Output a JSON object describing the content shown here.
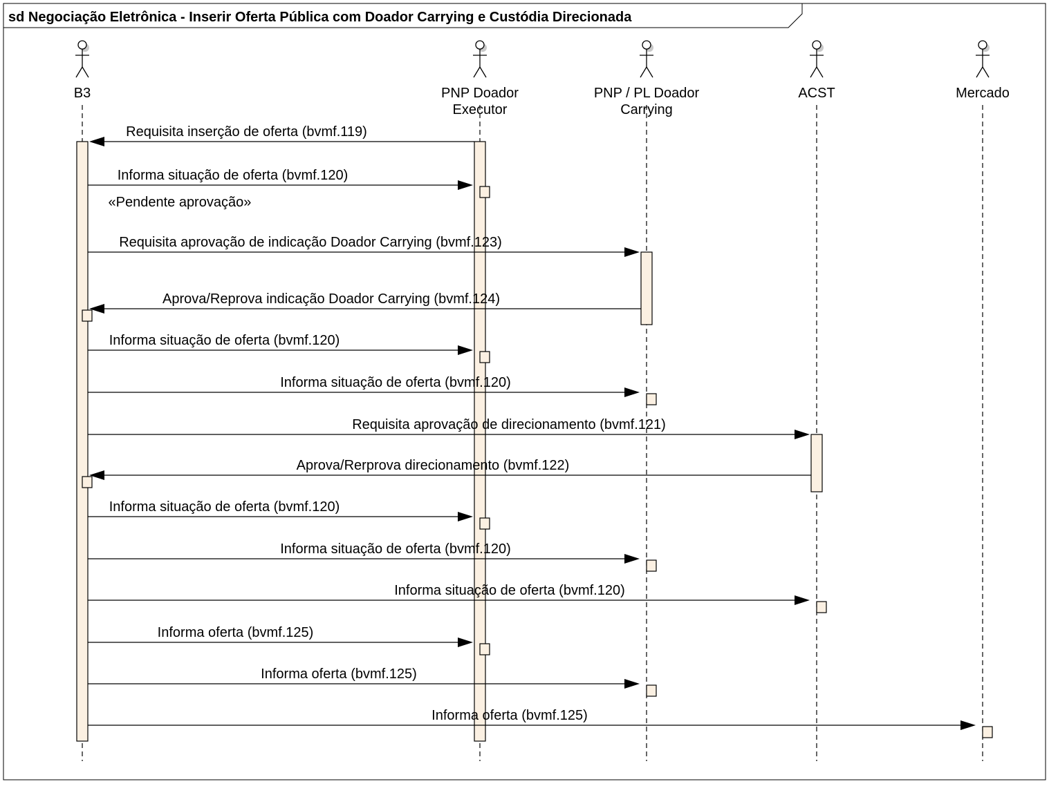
{
  "diagram": {
    "title": "sd Negociação Eletrônica - Inserir Oferta Pública com Doador Carrying e Custódia Direcionada",
    "colors": {
      "activation_fill": "#fbf0e2",
      "line": "#000000",
      "background": "#ffffff",
      "actor_shadow": "#c8c8c8"
    },
    "actors": [
      {
        "id": "b3",
        "lines": [
          "B3"
        ]
      },
      {
        "id": "pnp-doador-executor",
        "lines": [
          "PNP Doador",
          "Executor"
        ]
      },
      {
        "id": "pnp-pl-doador-carrying",
        "lines": [
          "PNP / PL Doador",
          "Carrying"
        ]
      },
      {
        "id": "acst",
        "lines": [
          "ACST"
        ]
      },
      {
        "id": "mercado",
        "lines": [
          "Mercado"
        ]
      }
    ],
    "messages": [
      {
        "from": "pnp-doador-executor",
        "to": "b3",
        "label": "Requisita inserção de oferta (bvmf.119)"
      },
      {
        "from": "b3",
        "to": "pnp-doador-executor",
        "label": "Informa situação de oferta (bvmf.120)",
        "note": "«Pendente aprovação»"
      },
      {
        "from": "b3",
        "to": "pnp-pl-doador-carrying",
        "label": "Requisita aprovação de indicação Doador Carrying (bvmf.123)"
      },
      {
        "from": "pnp-pl-doador-carrying",
        "to": "b3",
        "label": "Aprova/Reprova indicação Doador Carrying (bvmf.124)"
      },
      {
        "from": "b3",
        "to": "pnp-doador-executor",
        "label": "Informa situação de oferta (bvmf.120)"
      },
      {
        "from": "b3",
        "to": "pnp-pl-doador-carrying",
        "label": "Informa situação de oferta (bvmf.120)"
      },
      {
        "from": "b3",
        "to": "acst",
        "label": "Requisita aprovação de direcionamento (bvmf.121)"
      },
      {
        "from": "acst",
        "to": "b3",
        "label": "Aprova/Rerprova direcionamento (bvmf.122)"
      },
      {
        "from": "b3",
        "to": "pnp-doador-executor",
        "label": "Informa situação de oferta (bvmf.120)"
      },
      {
        "from": "b3",
        "to": "pnp-pl-doador-carrying",
        "label": "Informa situação de oferta (bvmf.120)"
      },
      {
        "from": "b3",
        "to": "acst",
        "label": "Informa situação de oferta (bvmf.120)"
      },
      {
        "from": "b3",
        "to": "pnp-doador-executor",
        "label": "Informa oferta (bvmf.125)"
      },
      {
        "from": "b3",
        "to": "pnp-pl-doador-carrying",
        "label": "Informa oferta (bvmf.125)"
      },
      {
        "from": "b3",
        "to": "mercado",
        "label": "Informa oferta (bvmf.125)"
      }
    ]
  }
}
